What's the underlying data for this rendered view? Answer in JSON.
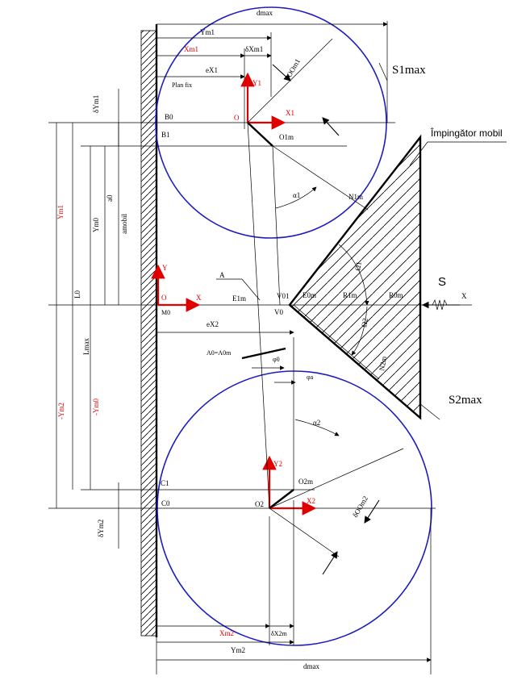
{
  "colors": {
    "circle": "#1d1dbf",
    "axis_red": "#e00000",
    "line": "#000000"
  },
  "labels": {
    "s1max": "S1max",
    "s2max": "S2max",
    "impingator": "Împingător mobil",
    "S": "S",
    "X_right": "X",
    "plan_fix": "Plan fix",
    "dmax_top": "dmax",
    "dmax_bottom": "dmax",
    "Ym1_top": "Ym1",
    "Xm1_top": "Xm1",
    "dX_top": "δXm1",
    "eX_top": "eX1",
    "doo_top": "δOOm1",
    "dYm1_left": "δYm1",
    "B0": "B0",
    "B1": "B1",
    "O": "O",
    "Y1": "Y1",
    "X1": "X1",
    "O1m": "O1m",
    "N1m": "N1m",
    "alpha1": "α1",
    "a0": "a0",
    "amobil": "amobil",
    "Ym1_left": "Ym1",
    "Ym0": "Ym0",
    "L0": "L0",
    "Y_origin": "Y",
    "A": "A",
    "V01": "V01",
    "E1m": "E1m",
    "E0m": "E0m",
    "R1m": "R1m",
    "R0m": "R0m",
    "Omega1": "Ω1",
    "Omega2": "Ω2",
    "O_origin": "O",
    "X_origin": "X",
    "M0": "M0",
    "V0": "V0",
    "eX2": "eX2",
    "Lmax": "Lmax",
    "Ym2_left": "-Ym2",
    "Ym0_neg": "-Ym0",
    "A0_eq": "A0=A0m",
    "phi0": "φ0",
    "phi_a": "φa",
    "N2m": "N2m",
    "alpha2": "α2",
    "Y2": "Y2",
    "O2m": "O2m",
    "X2": "X2",
    "O2": "O2",
    "C1": "C1",
    "C0": "C0",
    "dYm2": "δYm2",
    "doo_bottom": "δOOm2",
    "Xm2_bottom": "Xm2",
    "dX2_bottom": "δX2m",
    "Ym2_bottom": "Ym2"
  }
}
